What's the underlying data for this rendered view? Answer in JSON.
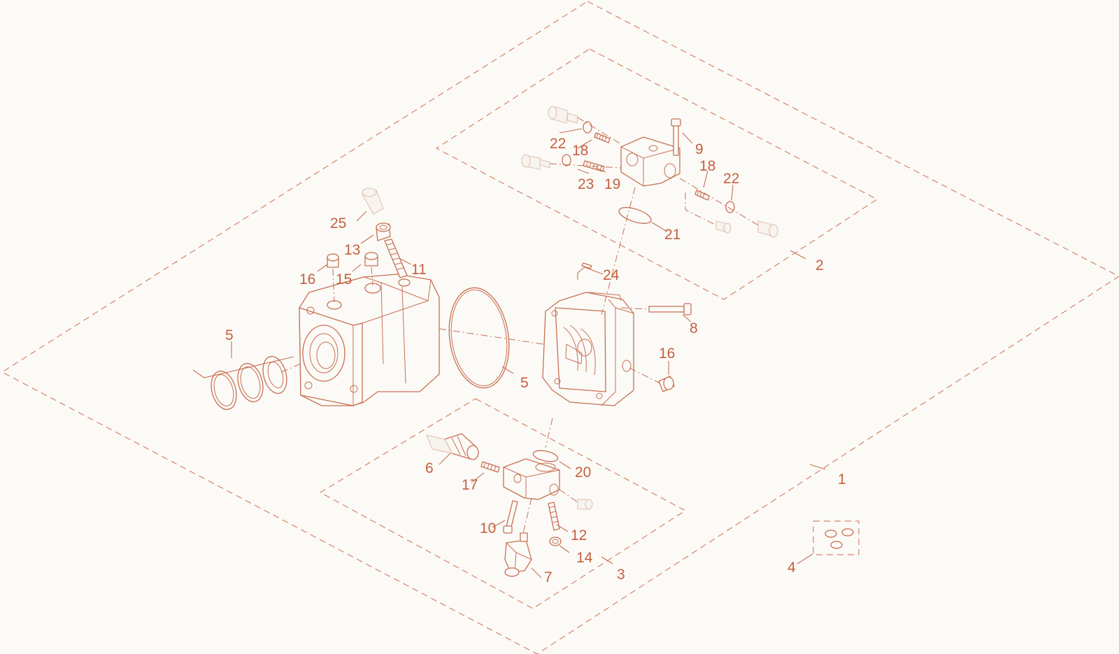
{
  "colors": {
    "line": "#c96f52",
    "label": "#c65f3f",
    "background": "#fbfaf7"
  },
  "labels": {
    "l1": "1",
    "l2": "2",
    "l3": "3",
    "l4": "4",
    "l5a": "5",
    "l5b": "5",
    "l6": "6",
    "l7": "7",
    "l8": "8",
    "l9": "9",
    "l10": "10",
    "l11": "11",
    "l12": "12",
    "l13": "13",
    "l14": "14",
    "l15": "15",
    "l16a": "16",
    "l16b": "16",
    "l17": "17",
    "l18a": "18",
    "l18b": "18",
    "l19": "19",
    "l20": "20",
    "l21": "21",
    "l22a": "22",
    "l22b": "22",
    "l23": "23",
    "l24": "24",
    "l25": "25"
  }
}
